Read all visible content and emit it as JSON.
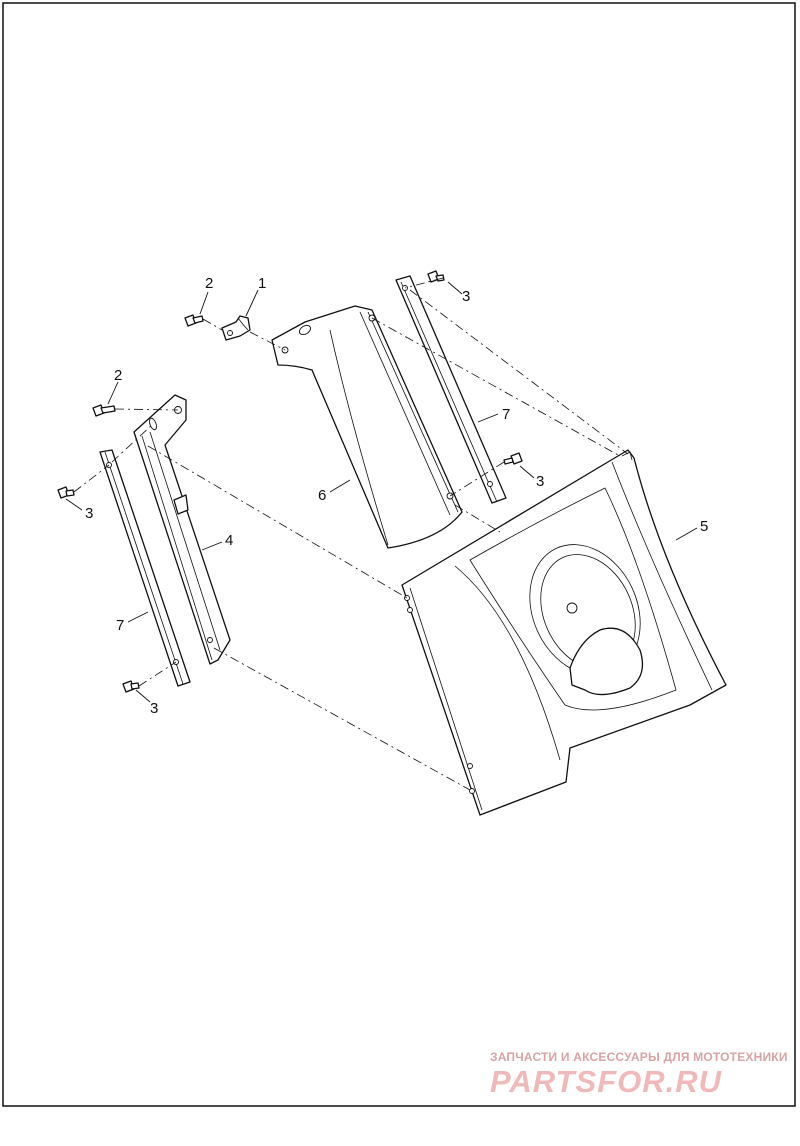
{
  "diagram": {
    "callouts": [
      {
        "id": "c1",
        "label": "1"
      },
      {
        "id": "c2a",
        "label": "2"
      },
      {
        "id": "c2b",
        "label": "2"
      },
      {
        "id": "c3a",
        "label": "3"
      },
      {
        "id": "c3b",
        "label": "3"
      },
      {
        "id": "c3c",
        "label": "3"
      },
      {
        "id": "c3d",
        "label": "3"
      },
      {
        "id": "c4",
        "label": "4"
      },
      {
        "id": "c5",
        "label": "5"
      },
      {
        "id": "c6",
        "label": "6"
      },
      {
        "id": "c7a",
        "label": "7"
      },
      {
        "id": "c7b",
        "label": "7"
      }
    ]
  },
  "watermark": {
    "caption": "ЗАПЧАСТИ И АКСЕССУАРЫ ДЛЯ МОТОТЕХНИКИ",
    "logo_text": "PARTSFOR.RU",
    "color": "#e8a8a8"
  }
}
